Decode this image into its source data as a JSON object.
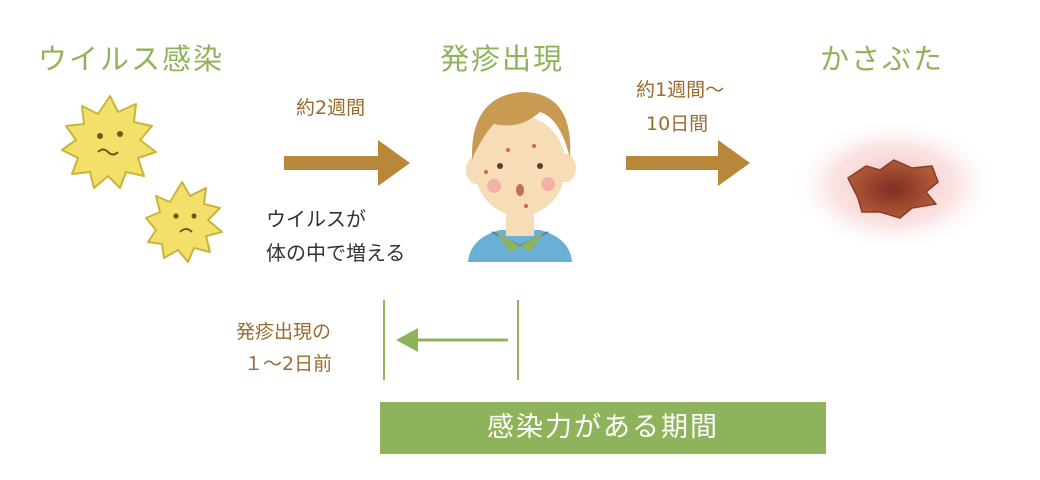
{
  "stages": {
    "infection": "ウイルス感染",
    "rash": "発疹出現",
    "scab": "かさぶた"
  },
  "arrows": {
    "first_duration": "約2週間",
    "second_duration_line1": "約1週間〜",
    "second_duration_line2": "10日間"
  },
  "notes": {
    "virus_line1": "ウイルスが",
    "virus_line2": "体の中で増える",
    "before_line1": "発疹出現の",
    "before_line2": "１〜2日前"
  },
  "period": {
    "label": "感染力がある期間"
  },
  "colors": {
    "green": "#8fb35a",
    "brown": "#9a6b2c",
    "virus": "#f3e06a",
    "scab": "#a9532f"
  }
}
